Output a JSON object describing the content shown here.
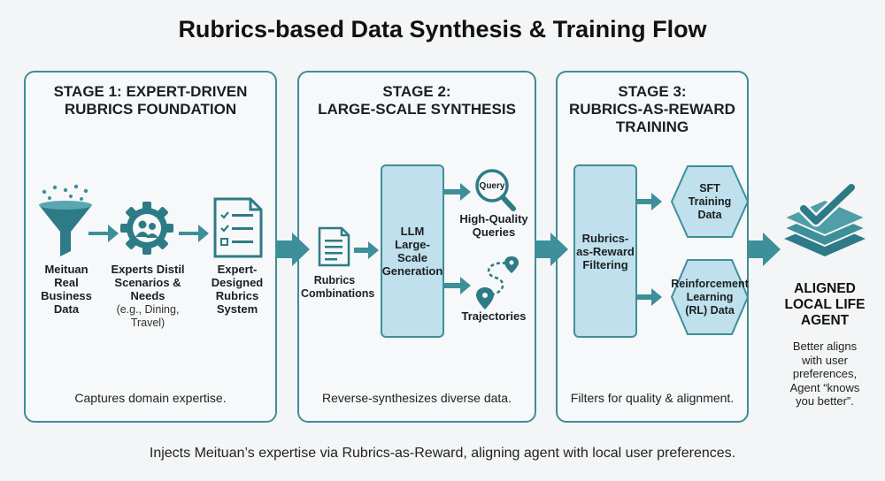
{
  "title": "Rubrics-based Data Synthesis & Training Flow",
  "stages": [
    {
      "title": "STAGE 1: EXPERT-DRIVEN\nRUBRICS FOUNDATION",
      "footer": "Captures domain expertise.",
      "nodes": {
        "data": "Meituan\nReal\nBusiness\nData",
        "experts": "Experts Distil\nScenarios &\nNeeds",
        "experts_sub": "(e.g., Dining,\nTravel)",
        "rubrics": "Expert-\nDesigned\nRubrics\nSystem"
      }
    },
    {
      "title": "STAGE 2:\nLARGE-SCALE SYNTHESIS",
      "footer": "Reverse-synthesizes diverse data.",
      "nodes": {
        "combinations": "Rubrics\nCombinations",
        "llm": "LLM\nLarge-\nScale\nGeneration",
        "query_icon_text": "Query",
        "queries": "High-Quality\nQueries",
        "trajectories": "Trajectories"
      }
    },
    {
      "title": "STAGE 3:\nRUBRICS-AS-REWARD\nTRAINING",
      "footer": "Filters for quality & alignment.",
      "nodes": {
        "filtering": "Rubrics-\nas-Reward\nFiltering",
        "sft": "SFT\nTraining\nData",
        "rl": "Reinforcement\nLearning\n(RL) Data"
      }
    }
  ],
  "result": {
    "title": "ALIGNED\nLOCAL LIFE\nAGENT",
    "description": "Better aligns\nwith user\npreferences,\nAgent “knows\nyou better”."
  },
  "footnote": "Injects Meituan’s expertise via Rubrics-as-Reward, aligning agent with local user preferences.",
  "colors": {
    "accent": "#3d8f99",
    "box_fill": "#bfe0ec",
    "icon_dark": "#2d7b86"
  }
}
